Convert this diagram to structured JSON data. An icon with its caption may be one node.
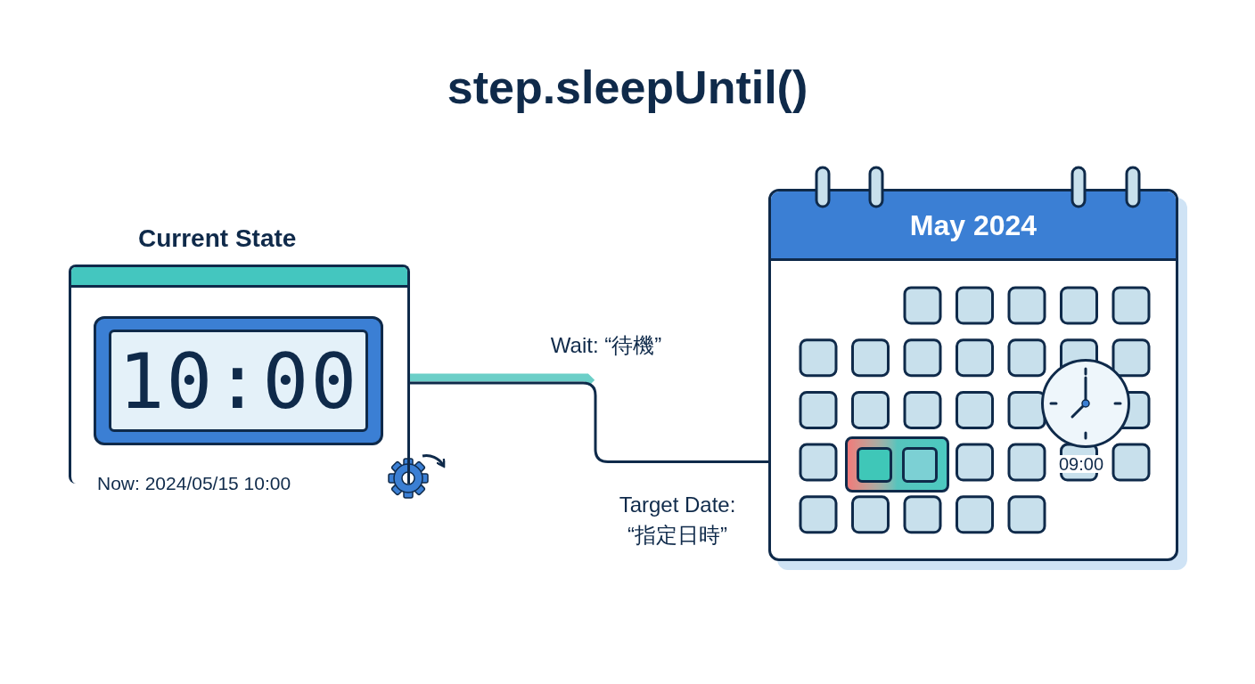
{
  "diagram": {
    "title": "step.sleepUntil()",
    "nodes": [
      {
        "text": [
          "Current State"
        ],
        "beside": [
          "Now: 2024/05/15 10:00"
        ]
      },
      {
        "text": [
          "10:00"
        ],
        "in": 0
      },
      {
        "text": [
          "May 2024"
        ]
      },
      {
        "text": [],
        "shape": "box",
        "in": 2
      },
      {
        "text": [],
        "shape": "circle",
        "in": 2,
        "beside": [
          "09:00"
        ]
      }
    ],
    "edges": [
      {
        "from": 0,
        "to": 3,
        "arrow": "none",
        "label": "Wait: “待機”"
      }
    ],
    "labels": [
      "Target Date: “指定日時”"
    ]
  }
}
